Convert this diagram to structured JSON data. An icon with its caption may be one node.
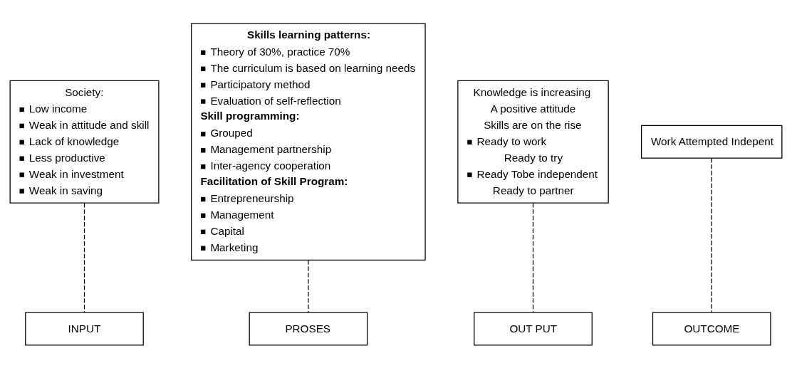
{
  "diagram": {
    "nodes": [
      {
        "text": [
          "Society:",
          "Low income",
          "Weak in attitude and skill",
          "Lack of knowledge",
          "Less productive",
          "Weak in investment",
          "Weak in saving"
        ]
      },
      {
        "text": [
          "Skills learning patterns:",
          "Theory of 30%, practice 70%",
          "The curriculum is based on learning needs",
          "Participatory method",
          "Evaluation of self-reflection",
          "Skill programming:",
          "Grouped",
          "Management partnership",
          "Inter-agency cooperation",
          "Facilitation of Skill Program:",
          "Entrepreneurship",
          "Management",
          "Capital",
          "Marketing"
        ]
      },
      {
        "text": [
          "Knowledge is increasing",
          "A positive attitude",
          "Skills are on the rise",
          "Ready to work",
          "Ready to try",
          "Ready Tobe independent",
          "Ready to partner"
        ]
      },
      {
        "text": [
          "Work Attempted Indepent"
        ]
      },
      {
        "text": [
          "INPUT"
        ]
      },
      {
        "text": [
          "PROSES"
        ]
      },
      {
        "text": [
          "OUT PUT"
        ]
      },
      {
        "text": [
          "OUTCOME"
        ]
      }
    ],
    "edges": [
      {
        "from": 0,
        "to": 4,
        "arrow": "none",
        "style": "dashed"
      },
      {
        "from": 1,
        "to": 5,
        "arrow": "none",
        "style": "dashed"
      },
      {
        "from": 2,
        "to": 6,
        "arrow": "none",
        "style": "dashed"
      },
      {
        "from": 3,
        "to": 7,
        "arrow": "none",
        "style": "dashed"
      }
    ]
  }
}
